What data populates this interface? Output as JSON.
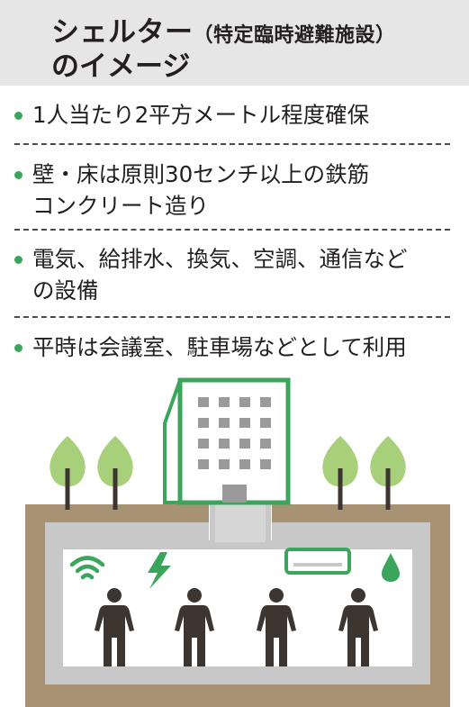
{
  "header": {
    "title_main": "シェルター",
    "title_paren": "（特定臨時避難施設）",
    "title_line2": "のイメージ"
  },
  "bullets": [
    {
      "lines": [
        "1人当たり2平方メートル程度確保"
      ]
    },
    {
      "lines": [
        "壁・床は原則30センチ以上の鉄筋",
        "コンクリート造り"
      ]
    },
    {
      "lines": [
        "電気、給排水、換気、空調、通信など",
        "の設備"
      ]
    },
    {
      "lines": [
        "平時は会議室、駐車場などとして利用"
      ]
    }
  ],
  "colors": {
    "accent_green": "#3aa55b",
    "tree_green": "#a8d07a",
    "earth_brown": "#a89274",
    "wall_gray": "#c8c8c8",
    "person": "#3c3530",
    "header_bg": "#e6e6e6"
  },
  "icons": [
    "wifi-icon",
    "lightning-icon",
    "air-conditioner-icon",
    "water-drop-icon",
    "person-icon",
    "tree-icon",
    "building-icon"
  ]
}
